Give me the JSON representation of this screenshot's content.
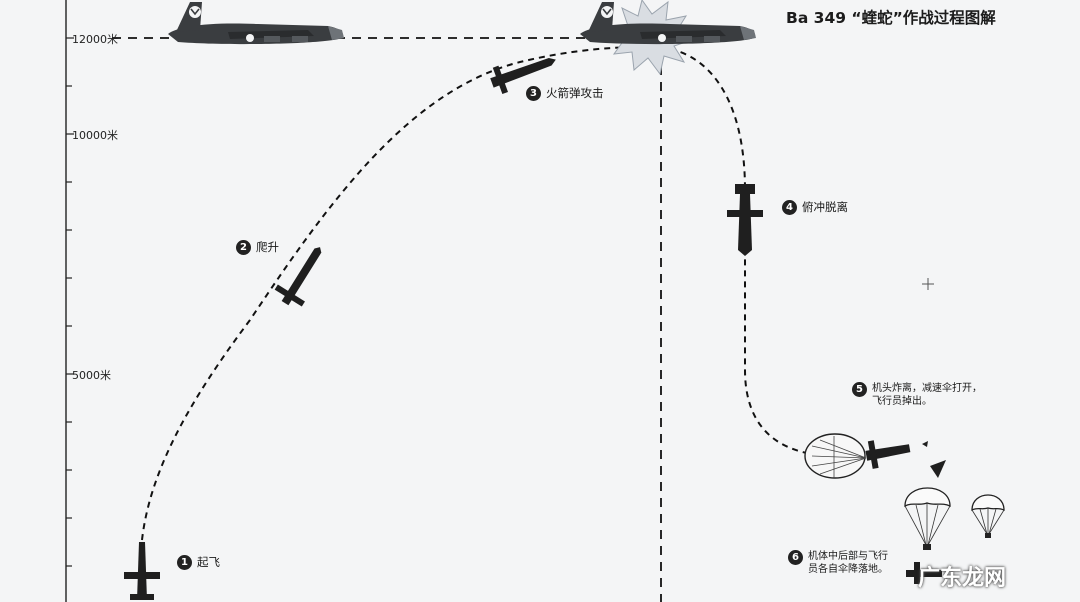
{
  "title": "Ba 349 “蝰蛇”作战过程图解",
  "altitude_labels": [
    "12000米",
    "10000米",
    "5000米"
  ],
  "steps": [
    {
      "num": "1",
      "text": "起飞"
    },
    {
      "num": "2",
      "text": "爬升"
    },
    {
      "num": "3",
      "text": "火箭弹攻击"
    },
    {
      "num": "4",
      "text": "俯冲脱离"
    },
    {
      "num": "5",
      "line1": "机头炸离，减速伞打开，",
      "line2": "飞行员掉出。"
    },
    {
      "num": "6",
      "line1": "机体中后部与飞行",
      "line2": "员各自伞降落地。"
    }
  ],
  "watermark": "广东龙网",
  "colors": {
    "background": "#f4f5f6",
    "ink": "#1a1a1a",
    "bomber": "#3a3d40",
    "blast": "#d9dde2"
  }
}
